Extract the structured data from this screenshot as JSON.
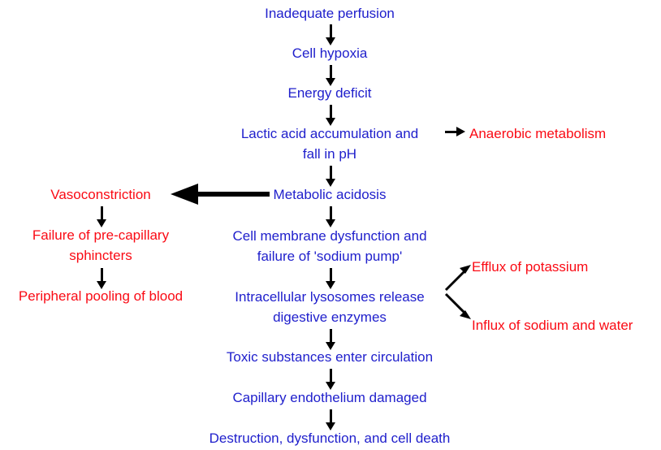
{
  "diagram": {
    "title_text": "",
    "colors": {
      "primary_chain": "#2020CC",
      "branch": "#FA0A14",
      "arrow": "#000000",
      "background": "#FFFFFF"
    },
    "main_chain": [
      {
        "id": "inadequate-perfusion",
        "label": "Inadequate perfusion"
      },
      {
        "id": "cell-hypoxia",
        "label": "Cell hypoxia"
      },
      {
        "id": "energy-deficit",
        "label": "Energy deficit"
      },
      {
        "id": "lactic-acid-line1",
        "label": "Lactic acid accumulation and"
      },
      {
        "id": "lactic-acid-line2",
        "label": "fall in pH"
      },
      {
        "id": "metabolic-acidosis",
        "label": "Metabolic acidosis"
      },
      {
        "id": "cell-membrane-line1",
        "label": "Cell membrane dysfunction and"
      },
      {
        "id": "cell-membrane-line2",
        "label": "failure of 'sodium pump'"
      },
      {
        "id": "lysosomes-line1",
        "label": "Intracellular lysosomes release"
      },
      {
        "id": "lysosomes-line2",
        "label": "digestive enzymes"
      },
      {
        "id": "toxic-substances",
        "label": "Toxic substances enter circulation"
      },
      {
        "id": "capillary-endothelium",
        "label": "Capillary endothelium damaged"
      },
      {
        "id": "destruction",
        "label": "Destruction, dysfunction, and cell death"
      }
    ],
    "left_branch": [
      {
        "id": "vasoconstriction",
        "label": "Vasoconstriction"
      },
      {
        "id": "failure-sphincters-line1",
        "label": "Failure of pre-capillary"
      },
      {
        "id": "failure-sphincters-line2",
        "label": "sphincters"
      },
      {
        "id": "peripheral-pooling",
        "label": "Peripheral pooling of blood"
      }
    ],
    "right_branch": [
      {
        "id": "anaerobic-metabolism",
        "label": "Anaerobic metabolism"
      },
      {
        "id": "efflux-potassium",
        "label": "Efflux of potassium"
      },
      {
        "id": "influx-sodium-water",
        "label": "Influx of sodium and water"
      }
    ],
    "connectors": [
      {
        "id": "arrow-perfusion-to-hypoxia",
        "type": "down"
      },
      {
        "id": "arrow-hypoxia-to-energy",
        "type": "down"
      },
      {
        "id": "arrow-energy-to-lactic",
        "type": "down"
      },
      {
        "id": "arrow-lactic-to-acidosis",
        "type": "down"
      },
      {
        "id": "arrow-lactic-to-anaerobic",
        "type": "right"
      },
      {
        "id": "arrow-acidosis-to-vasoconstriction",
        "type": "left-thick"
      },
      {
        "id": "arrow-acidosis-to-membrane",
        "type": "down"
      },
      {
        "id": "arrow-membrane-to-lysosomes",
        "type": "down"
      },
      {
        "id": "arrow-lysosomes-to-efflux",
        "type": "diagonal-up-right"
      },
      {
        "id": "arrow-lysosomes-to-influx",
        "type": "diagonal-down-right"
      },
      {
        "id": "arrow-lysosomes-to-toxic",
        "type": "down"
      },
      {
        "id": "arrow-toxic-to-capillary",
        "type": "down"
      },
      {
        "id": "arrow-capillary-to-destruction",
        "type": "down"
      },
      {
        "id": "arrow-vasoconstriction-to-sphincters",
        "type": "down"
      },
      {
        "id": "arrow-sphincters-to-pooling",
        "type": "down"
      }
    ]
  }
}
